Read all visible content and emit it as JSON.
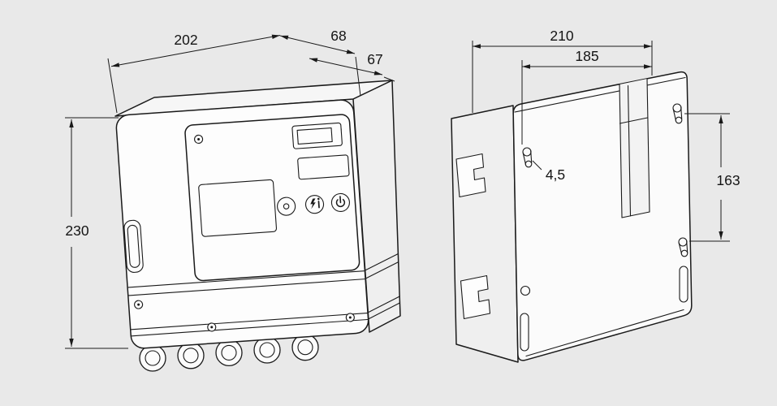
{
  "colors": {
    "background": "#e9e9e9",
    "line": "#1a1a1a"
  },
  "front_view": {
    "dim_width": "202",
    "dim_depth_upper": "68",
    "dim_depth_lower": "67",
    "dim_height": "230",
    "icons": {
      "ok_button": "circle-dot-icon",
      "reset_button": "flash-info-icon",
      "power_button": "power-icon"
    }
  },
  "rear_view": {
    "dim_width_overall": "210",
    "dim_mount_spacing": "185",
    "dim_hole_diameter": "4,5",
    "dim_mount_height": "163"
  }
}
